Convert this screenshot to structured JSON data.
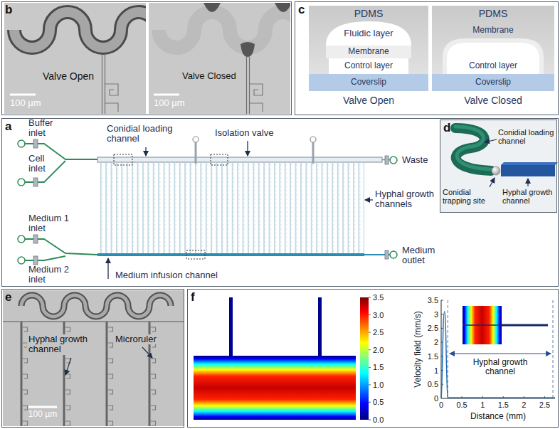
{
  "diagram": {
    "nodes": [
      {
        "text": [
          "b"
        ]
      },
      {
        "text": [
          "c"
        ]
      },
      {
        "text": [
          "a"
        ]
      },
      {
        "text": [
          "d"
        ],
        "in": 2
      },
      {
        "text": [
          "e"
        ]
      },
      {
        "text": [
          "f"
        ]
      }
    ],
    "labels": [
      "100 µm",
      "Valve Open",
      "100 µm",
      "Valve Closed",
      "PDMS",
      "Fluidic layer",
      "Membrane",
      "Control layer",
      "Coverslip",
      "Valve Open",
      "PDMS",
      "Membrane",
      "Control layer",
      "Coverslip",
      "Valve Closed",
      "Buffer inlet",
      "Cell inlet",
      "Conidial loading channel",
      "Isolation valve",
      "Waste",
      "Hyphal growth channels",
      "Medium 1 inlet",
      "Medium 2 inlet",
      "Medium infusion channel",
      "Medium outlet",
      "Conidial loading channel",
      "Conidial trapping site",
      "Hyphal growth channel",
      "Hyphal growth channel",
      "Microruler",
      "100 µm",
      "3.5",
      "3.0",
      "2.5",
      "2.0",
      "1.5",
      "1.0",
      "0.5",
      "0.0",
      "3.5",
      "3",
      "2.5",
      "2",
      "1.5",
      "1",
      "0.5",
      "0",
      "0",
      "0.5",
      "1",
      "1.5",
      "2",
      "2.5",
      "Velocity field (mm/s)",
      "Distance (mm)",
      "Hyphal growth channel"
    ]
  }
}
